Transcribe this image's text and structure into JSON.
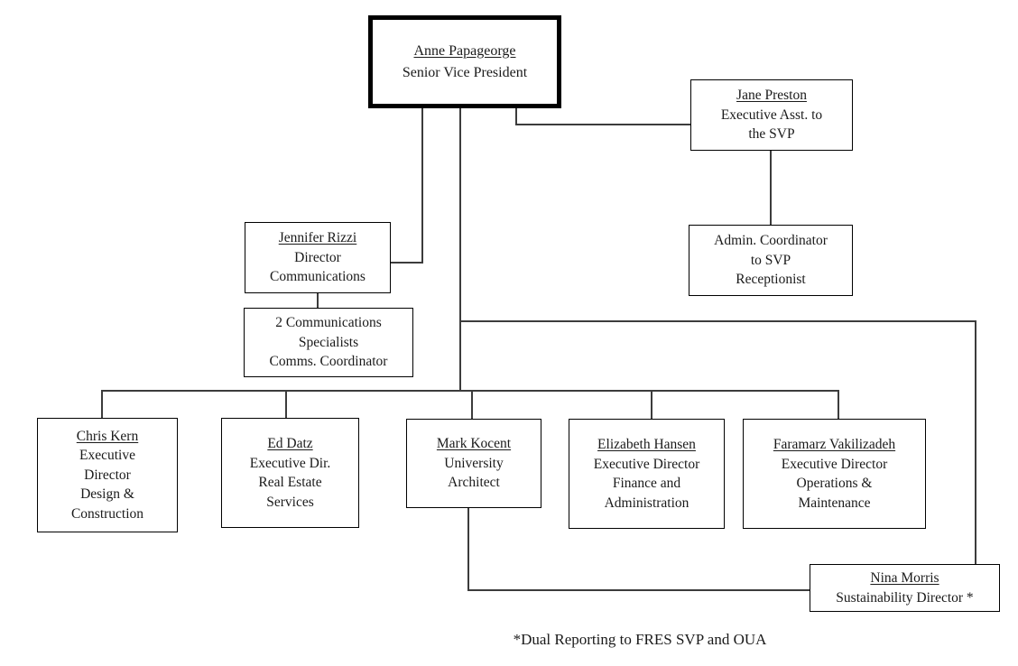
{
  "chart_title": "",
  "nodes": {
    "svp": {
      "name": "Anne Papageorge",
      "title_lines": [
        "Senior Vice President"
      ]
    },
    "exec_assistant": {
      "name": "Jane Preston",
      "title_lines": [
        "Executive Asst. to",
        "the SVP"
      ]
    },
    "admin_coordinator": {
      "title_lines": [
        "Admin. Coordinator",
        "to SVP",
        "Receptionist"
      ]
    },
    "communications_director": {
      "name": "Jennifer Rizzi",
      "title_lines": [
        "Director",
        "Communications"
      ]
    },
    "communications_staff": {
      "title_lines": [
        "2 Communications",
        "Specialists",
        "Comms. Coordinator"
      ]
    },
    "design_construction": {
      "name": "Chris Kern",
      "title_lines": [
        "Executive",
        "Director",
        "Design &",
        "Construction"
      ]
    },
    "real_estate": {
      "name": "Ed Datz",
      "title_lines": [
        "Executive Dir.",
        "Real Estate",
        "Services"
      ]
    },
    "university_architect": {
      "name": "Mark Kocent",
      "title_lines": [
        "University",
        "Architect"
      ]
    },
    "finance_admin": {
      "name": "Elizabeth Hansen",
      "title_lines": [
        "Executive Director",
        "Finance and",
        "Administration"
      ]
    },
    "operations_maintenance": {
      "name": "Faramarz Vakilizadeh",
      "title_lines": [
        "Executive Director",
        "Operations &",
        "Maintenance"
      ]
    },
    "sustainability": {
      "name": "Nina Morris",
      "title_lines": [
        "Sustainability Director *"
      ]
    }
  },
  "footnote": "*Dual Reporting to FRES SVP and OUA",
  "colors": {
    "background": "#ffffff",
    "box_border": "#000000",
    "connector_line": "#3c3c3c",
    "text": "#1a1a1a"
  }
}
